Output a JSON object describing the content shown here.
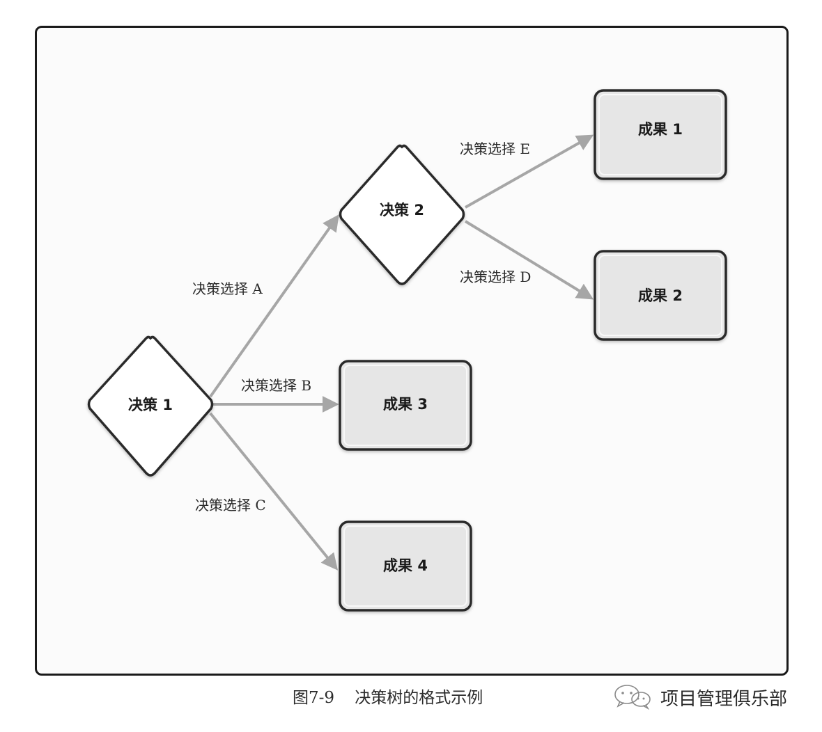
{
  "diagram": {
    "nodes": [
      {
        "id": "d1",
        "type": "decision",
        "label": "决策 1"
      },
      {
        "id": "d2",
        "type": "decision",
        "label": "决策 2"
      },
      {
        "id": "r1",
        "type": "outcome",
        "label": "成果 1"
      },
      {
        "id": "r2",
        "type": "outcome",
        "label": "成果 2"
      },
      {
        "id": "r3",
        "type": "outcome",
        "label": "成果 3"
      },
      {
        "id": "r4",
        "type": "outcome",
        "label": "成果 4"
      }
    ],
    "edges": [
      {
        "from": "d1",
        "to": "d2",
        "label": "决策选择 A"
      },
      {
        "from": "d1",
        "to": "r3",
        "label": "决策选择 B"
      },
      {
        "from": "d1",
        "to": "r4",
        "label": "决策选择 C"
      },
      {
        "from": "d2",
        "to": "r1",
        "label": "决策选择 E"
      },
      {
        "from": "d2",
        "to": "r2",
        "label": "决策选择 D"
      }
    ],
    "colors": {
      "node_border": "#2a2a2a",
      "outcome_fill": "#e6e6e6",
      "decision_fill": "#ffffff",
      "arrow": "#a6a6a6"
    }
  },
  "caption": "图7-9    决策树的格式示例",
  "watermark": {
    "icon": "wechat-icon",
    "text": "项目管理俱乐部"
  }
}
